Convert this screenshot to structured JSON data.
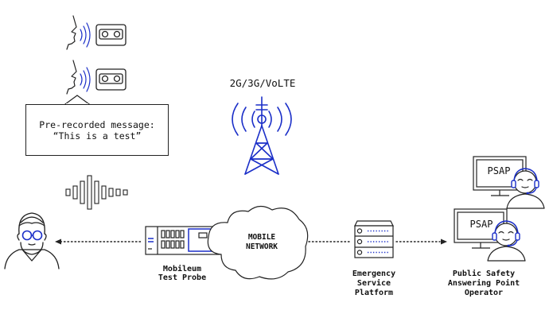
{
  "diagram": {
    "network_label": "2G/3G/VoLTE",
    "message_box": {
      "line1": "Pre-recorded message:",
      "line2": "“This is a test”"
    },
    "cloud_label": {
      "line1": "MOBILE",
      "line2": "NETWORK"
    },
    "probe_label": {
      "line1": "Mobileum",
      "line2": "Test Probe"
    },
    "esp_label": {
      "line1": "Emergency",
      "line2": "Service",
      "line3": "Platform"
    },
    "psap_label": {
      "line1": "Public Safety",
      "line2": "Answering Point",
      "line3": "Operator"
    },
    "psap_monitor_top": "PSAP",
    "psap_monitor_bottom": "PSAP"
  },
  "colors": {
    "line": "#222222",
    "accent_blue": "#1b2fc8"
  },
  "icons": [
    "speaking-head-icon",
    "cassette-tape-icon",
    "speech-bubble-icon",
    "sound-wave-icon",
    "cell-tower-icon",
    "person-with-glasses-icon",
    "test-probe-hardware-icon",
    "cloud-icon",
    "server-rack-icon",
    "computer-monitor-icon",
    "operator-with-headset-icon"
  ]
}
